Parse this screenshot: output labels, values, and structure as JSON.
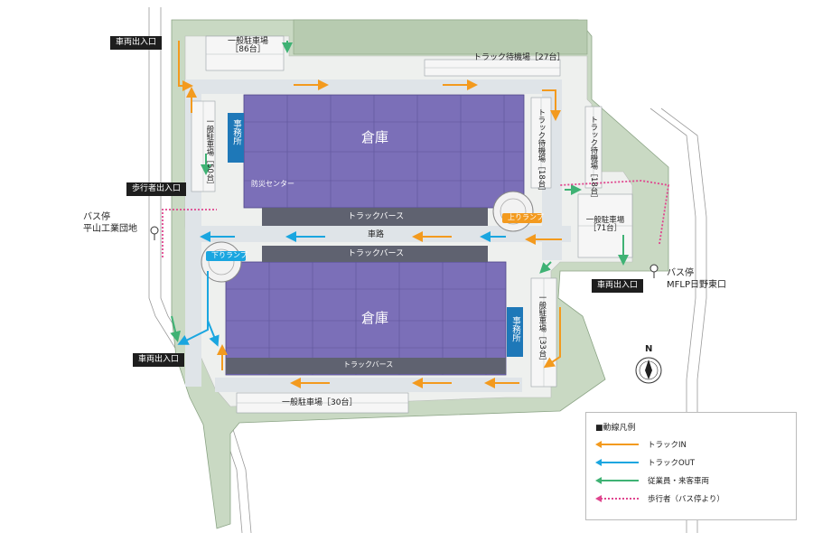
{
  "labels": {
    "vehicle_entrance_top": "車両出入口",
    "vehicle_entrance_bottom": "車両出入口",
    "vehicle_entrance_right": "車両出入口",
    "pedestrian_entrance": "歩行者出入口",
    "bus_stop_left": "バス停\n平山工業団地",
    "bus_stop_right": "バス停\nMFLP日野東口",
    "parking_top": "一般駐車場\n［86台］",
    "truck_wait_top": "トラック待機場［27台］",
    "parking_left": "一般駐車場［50台］",
    "office_top": "事務所",
    "office_bottom": "事務所",
    "warehouse_top": "倉庫",
    "warehouse_bottom": "倉庫",
    "disaster_center": "防災センター",
    "truck_berth_1": "トラックバース",
    "truck_berth_2": "トラックバース",
    "truck_berth_3": "トラックバース",
    "road": "車路",
    "up_ramp": "上りランプ",
    "down_ramp": "下りランプ",
    "truck_wait_right1": "トラック待機場［18台］",
    "truck_wait_right2": "トラック待機場［18台］",
    "parking_right": "一般駐車場［71台］",
    "parking_right_lower": "一般駐車場［33台］",
    "parking_bottom": "一般駐車場［30台］",
    "north": "N"
  },
  "legend": {
    "title": "■動線凡例",
    "items": [
      {
        "label": "トラックIN",
        "color": "#f39a1e",
        "style": "solid"
      },
      {
        "label": "トラックOUT",
        "color": "#1aa6e0",
        "style": "solid"
      },
      {
        "label": "従業員・来客車両",
        "color": "#3fb274",
        "style": "solid"
      },
      {
        "label": "歩行者（バス停より）",
        "color": "#e0458e",
        "style": "dotted"
      }
    ]
  },
  "colors": {
    "green_area": "#c9d9c3",
    "warehouse": "#7b6fb8",
    "berth": "#5f6270",
    "office": "#1e78b8",
    "road": "#dfe4e8",
    "truck_in": "#f39a1e",
    "truck_out": "#1aa6e0",
    "staff": "#3fb274",
    "pedestrian": "#e0458e"
  }
}
